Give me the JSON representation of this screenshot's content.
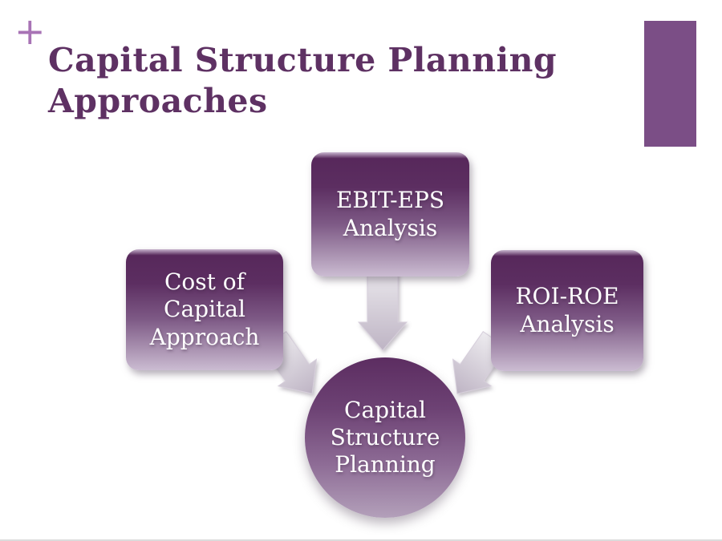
{
  "slide": {
    "plus_glyph": "+",
    "background_color": "#ffffff",
    "bottom_line_color": "#dcdcdc",
    "accent_bar_color": "#7b4e86",
    "title": {
      "lines": [
        "Capital Structure Planning",
        "Approaches"
      ],
      "color": "#5e3163"
    }
  },
  "diagram": {
    "type": "converging-arrows",
    "text_color": "#ffffff",
    "box_gradient": {
      "top": "#57285b",
      "bottom": "#cbbcd2"
    },
    "arrow_color": "#d5cdda",
    "boxes": [
      {
        "id": "cost-of-capital",
        "lines": [
          "Cost of",
          "Capital",
          "Approach"
        ]
      },
      {
        "id": "ebit-eps",
        "lines": [
          "EBIT-EPS",
          "Analysis"
        ]
      },
      {
        "id": "roi-roe",
        "lines": [
          "ROI-ROE",
          "Analysis"
        ]
      }
    ],
    "center_circle": {
      "lines": [
        "Capital",
        "Structure",
        "Planning"
      ],
      "gradient_top": "#5c2d61",
      "gradient_bottom": "#b3a0ba"
    }
  }
}
